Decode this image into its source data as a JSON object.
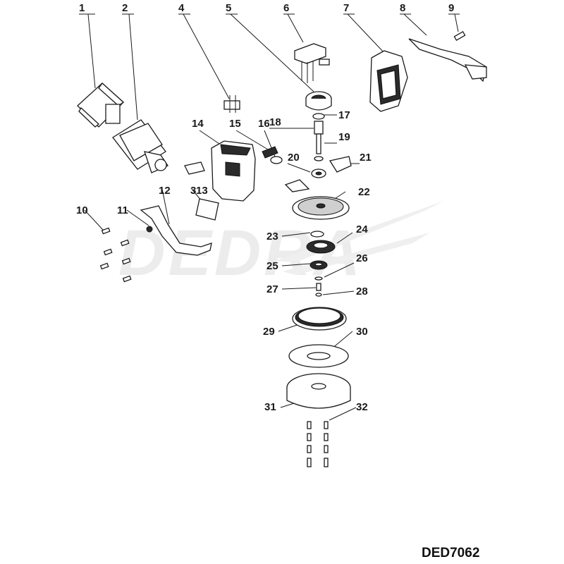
{
  "diagram": {
    "model_label": "DED7062",
    "watermark": "DEDRA",
    "colors": {
      "ink": "#1a1a1a",
      "watermark": "#ececec",
      "background": "#ffffff"
    },
    "callouts": [
      "1",
      "2",
      "3",
      "4",
      "5",
      "6",
      "7",
      "8",
      "9",
      "10",
      "11",
      "12",
      "13",
      "14",
      "15",
      "16",
      "17",
      "18",
      "19",
      "20",
      "21",
      "22",
      "23",
      "24",
      "25",
      "26",
      "27",
      "28",
      "29",
      "30",
      "31",
      "32"
    ]
  }
}
